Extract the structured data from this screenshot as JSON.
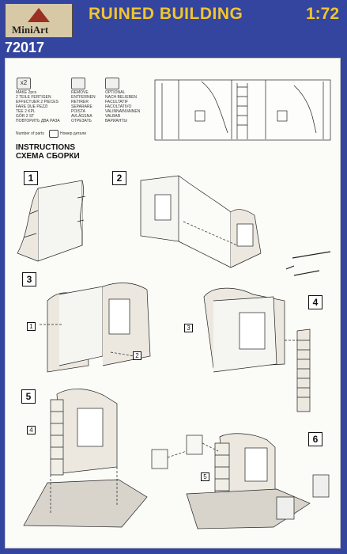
{
  "header": {
    "brand": "MiniArt",
    "title": "RUINED BUILDING",
    "scale": "1:72",
    "kit_number": "72017"
  },
  "legend": {
    "make_icon": "x2",
    "make": [
      "MAKE 2pcs",
      "2 TEILE FERTIGEN",
      "EFFECTUER 2 PIECES",
      "FARE DUE PEZZI",
      "TEE 2 KPL",
      "GÖR 2 ST",
      "ПОВТОРИТЬ ДВА РАЗА"
    ],
    "remove": [
      "REMOVE",
      "ENTFERNEN",
      "RETIRER",
      "SEPARARE",
      "POISTA",
      "AVLÄGSNA",
      "ОТРЕЗАТЬ"
    ],
    "optional": [
      "OPTIONAL",
      "NACH BELIEBEN",
      "FACULTATIF",
      "FACOLTATIVO",
      "VALINNAINVAINEN",
      "VALBAR",
      "ВАРИАНТЫ"
    ],
    "parts_label": "Number of parts",
    "parts_label_ru": "Номер детали"
  },
  "instructions": {
    "title": "INSTRUCTIONS",
    "title_ru": "СХЕМА СБОРКИ"
  },
  "steps": [
    "1",
    "2",
    "3",
    "4",
    "5",
    "6"
  ],
  "part_labels": {
    "s3_a": "1",
    "s3_b": "2",
    "s4": "3",
    "s5": "4",
    "s6": "5"
  }
}
